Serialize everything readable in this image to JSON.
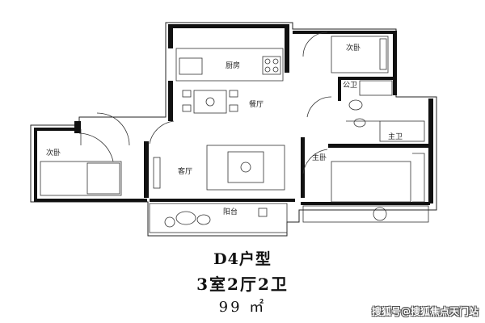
{
  "rooms": {
    "kitchen": "厨房",
    "dining": "餐厅",
    "bedroom_top_right": "次卧",
    "public_bath": "公卫",
    "master_bath": "主卫",
    "bedroom_left": "次卧",
    "living": "客厅",
    "master_bedroom": "主卧",
    "balcony": "阳台"
  },
  "caption": {
    "unit_type": "D4户型",
    "layout": "3室2厅2卫",
    "area": "99 ㎡"
  },
  "watermark": "搜狐号@搜狐焦点天门站"
}
